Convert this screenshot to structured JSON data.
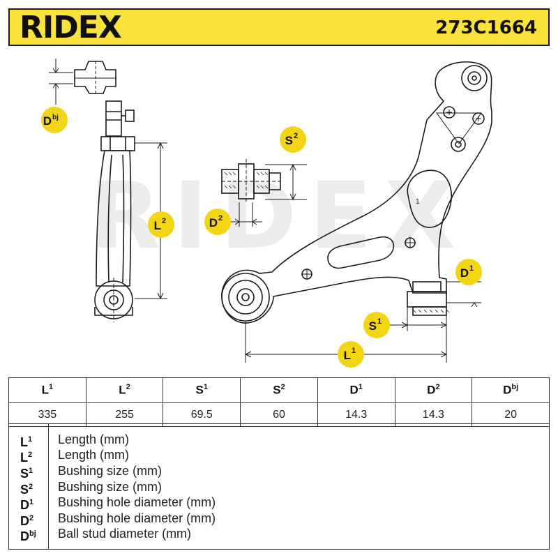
{
  "header": {
    "brand": "RIDEX",
    "part_number": "273C1664"
  },
  "watermark": {
    "text": "RIDEX"
  },
  "callouts": {
    "dbj": {
      "base": "D",
      "sup": "bj"
    },
    "s2": {
      "base": "S",
      "sup": "2"
    },
    "l2": {
      "base": "L",
      "sup": "2"
    },
    "d2": {
      "base": "D",
      "sup": "2"
    },
    "d1": {
      "base": "D",
      "sup": "1"
    },
    "s1": {
      "base": "S",
      "sup": "1"
    },
    "l1": {
      "base": "L",
      "sup": "1"
    },
    "part_marker": "1"
  },
  "spec_table": {
    "columns": [
      {
        "base": "L",
        "sup": "1",
        "value": "335"
      },
      {
        "base": "L",
        "sup": "2",
        "value": "255"
      },
      {
        "base": "S",
        "sup": "1",
        "value": "69.5"
      },
      {
        "base": "S",
        "sup": "2",
        "value": "60"
      },
      {
        "base": "D",
        "sup": "1",
        "value": "14.3"
      },
      {
        "base": "D",
        "sup": "2",
        "value": "14.3"
      },
      {
        "base": "D",
        "sup": "bj",
        "value": "20"
      }
    ]
  },
  "legend": [
    {
      "base": "L",
      "sup": "1",
      "desc": "Length (mm)"
    },
    {
      "base": "L",
      "sup": "2",
      "desc": "Length (mm)"
    },
    {
      "base": "S",
      "sup": "1",
      "desc": "Bushing size (mm)"
    },
    {
      "base": "S",
      "sup": "2",
      "desc": "Bushing size (mm)"
    },
    {
      "base": "D",
      "sup": "1",
      "desc": "Bushing hole diameter (mm)"
    },
    {
      "base": "D",
      "sup": "2",
      "desc": "Bushing hole diameter (mm)"
    },
    {
      "base": "D",
      "sup": "bj",
      "desc": "Ball stud diameter (mm)"
    }
  ],
  "colors": {
    "header_bg": "#f9e23c",
    "callout_fill": "#f2d515",
    "watermark": "#ececec",
    "line": "#1a1a1a"
  }
}
